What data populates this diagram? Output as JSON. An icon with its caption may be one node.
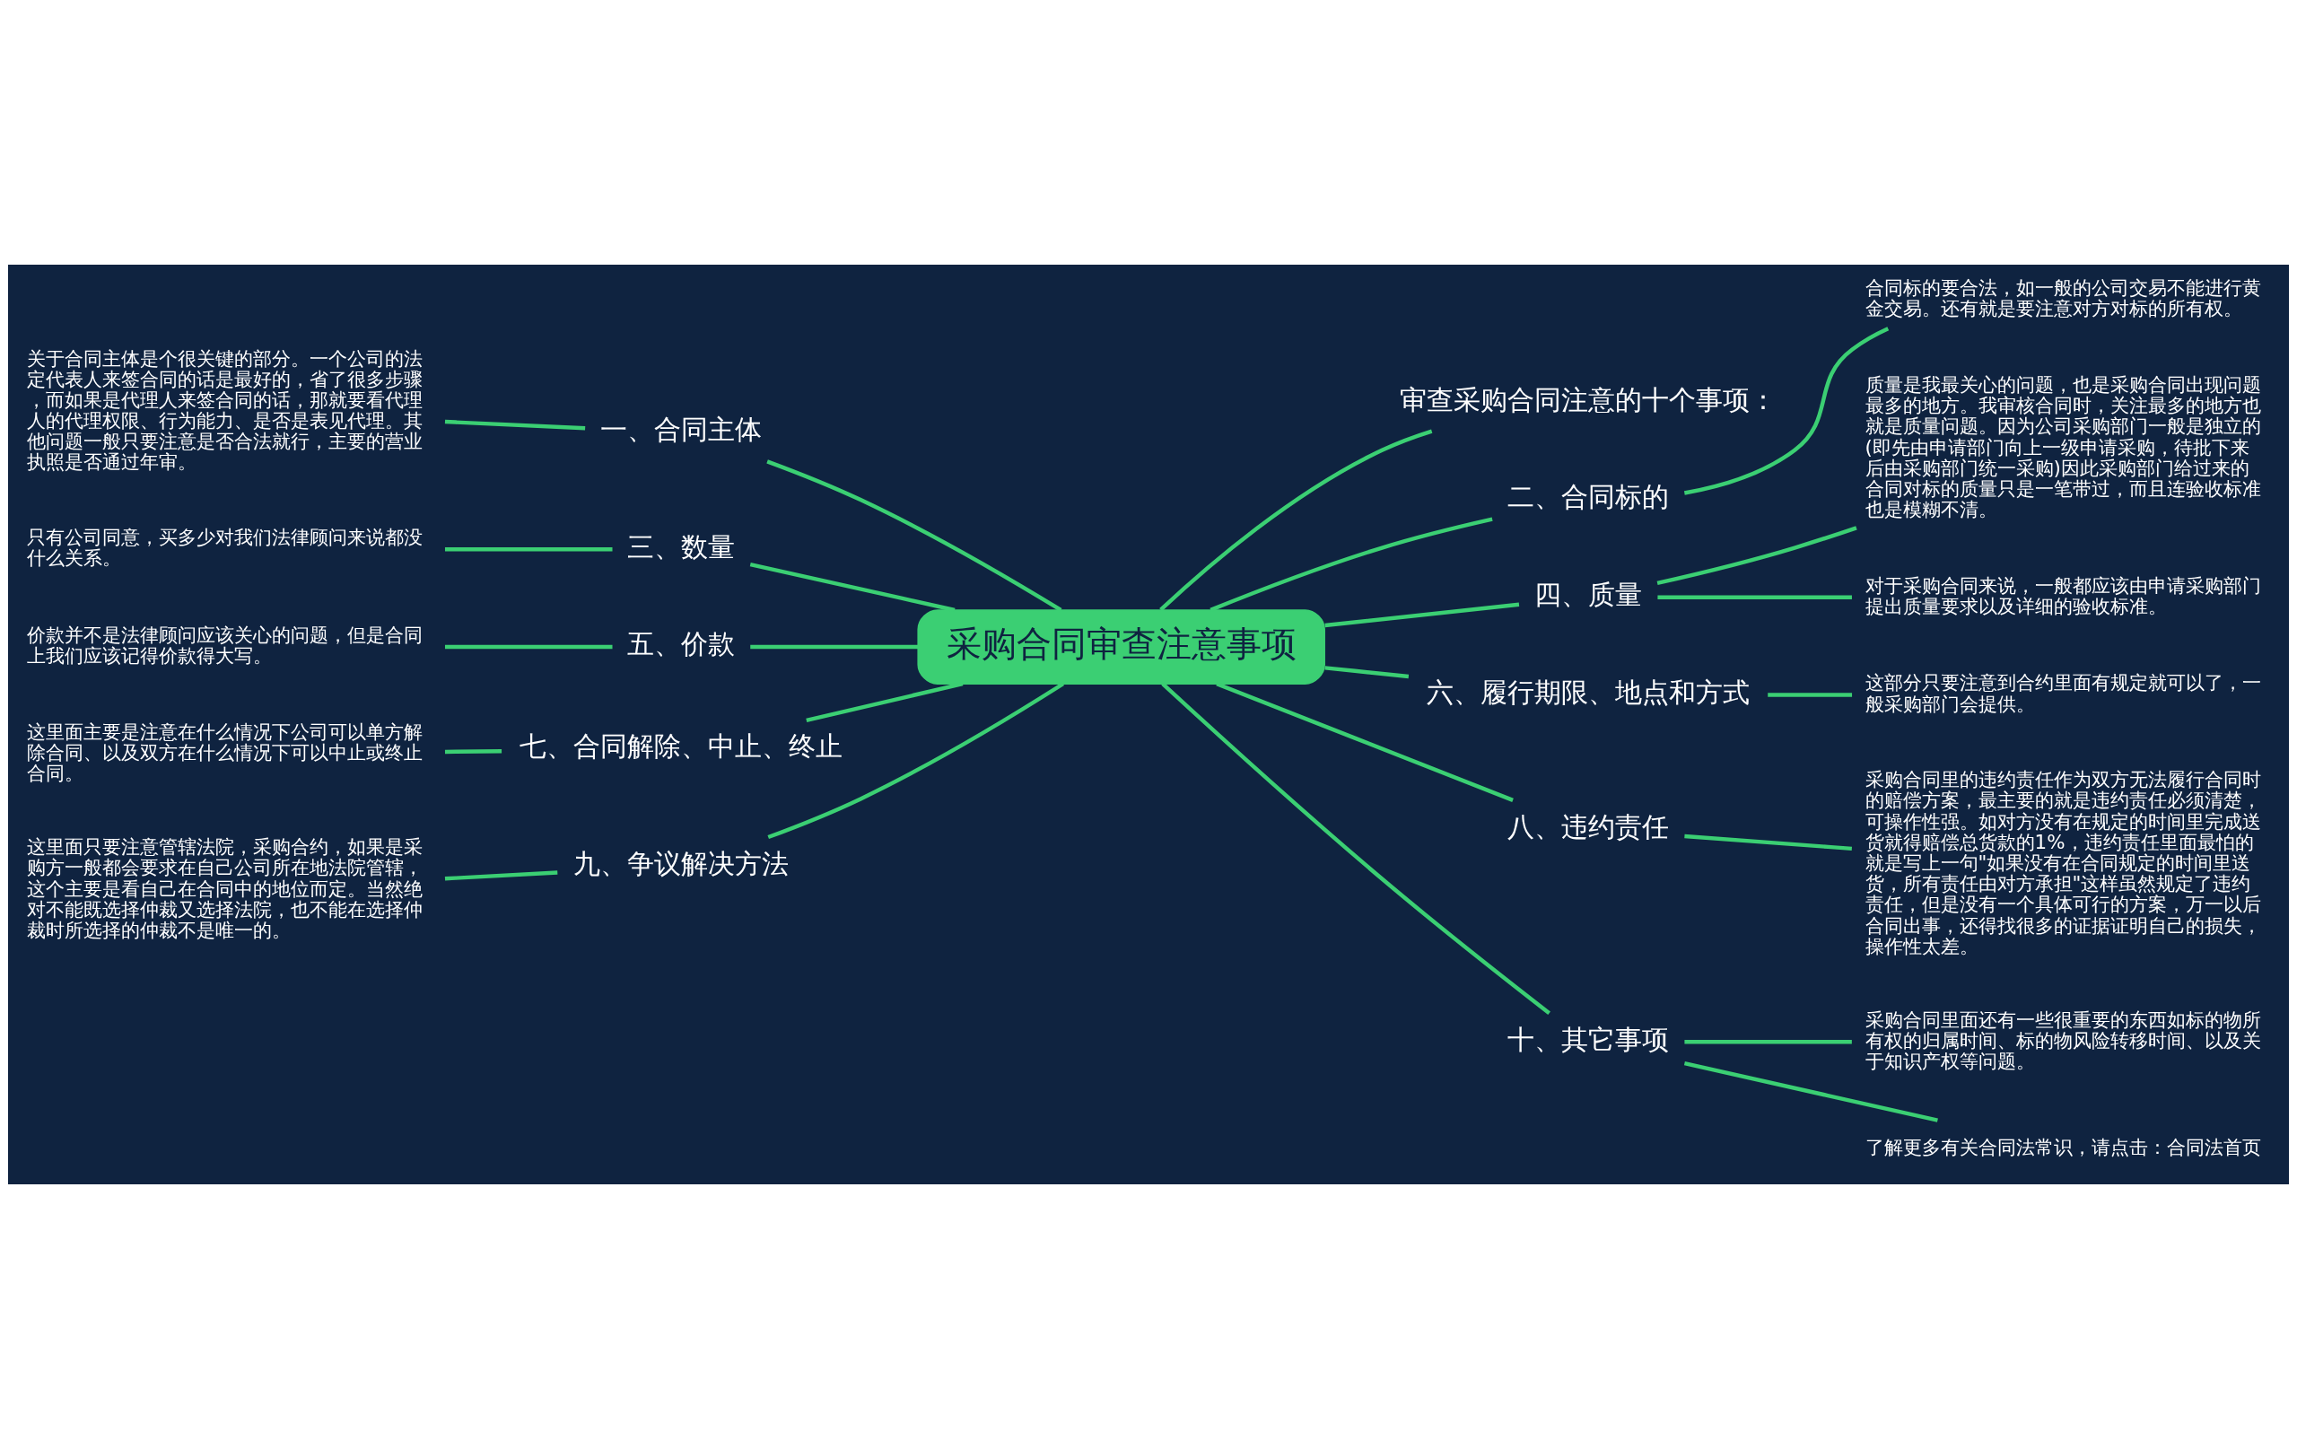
{
  "diagram": {
    "nodes": [
      {
        "text": [
          "采购合同审查注意事项"
        ]
      },
      {
        "text": [
          "一、合同主体"
        ]
      },
      {
        "text": [
          "关于合同主体是个很关键的部分。一个公司的法定代表人来签合同的话是最好的，省了很多步骤，而如果是代理人来签合同的话，那就要看代理人的代理权限、行为能力、是否是表见代理。其他问题一般只要注意是否合法就行，主要的营业执照是否通过年审。"
        ]
      },
      {
        "text": [
          "三、数量"
        ]
      },
      {
        "text": [
          "只有公司同意，买多少对我们法律顾问来说都没什么关系。"
        ]
      },
      {
        "text": [
          "五、价款"
        ]
      },
      {
        "text": [
          "价款并不是法律顾问应该关心的问题，但是合同上我们应该记得价款得大写。"
        ]
      },
      {
        "text": [
          "七、合同解除、中止、终止"
        ]
      },
      {
        "text": [
          "这里面主要是注意在什么情况下公司可以单方解除合同、以及双方在什么情况下可以中止或终止合同。"
        ]
      },
      {
        "text": [
          "九、争议解决方法"
        ]
      },
      {
        "text": [
          "这里面只要注意管辖法院，采购合约，如果是采购方一般都会要求在自己公司所在地法院管辖，这个主要是看自己在合同中的地位而定。当然绝对不能既选择仲裁又选择法院，也不能在选择仲裁时所选择的仲裁不是唯一的。"
        ]
      },
      {
        "text": [
          "审查采购合同注意的十个事项："
        ]
      },
      {
        "text": [
          "二、合同标的"
        ]
      },
      {
        "text": [
          "合同标的要合法，如一般的公司交易不能进行黄金交易。还有就是要注意对方对标的所有权。"
        ]
      },
      {
        "text": [
          "四、质量"
        ]
      },
      {
        "text": [
          "质量是我最关心的问题，也是采购合同出现问题最多的地方。我审核合同时，关注最多的地方也就是质量问题。因为公司采购部门一般是独立的(即先由申请部门向上一级申请采购，待批下来后由采购部门统一采购)因此采购部门给过来的合同对标的质量只是一笔带过，而且连验收标准也是模糊不清。"
        ]
      },
      {
        "text": [
          "对于采购合同来说，一般都应该由申请采购部门提出质量要求以及详细的验收标准。"
        ]
      },
      {
        "text": [
          "六、履行期限、地点和方式"
        ]
      },
      {
        "text": [
          "这部分只要注意到合约里面有规定就可以了，一般采购部门会提供。"
        ]
      },
      {
        "text": [
          "八、违约责任"
        ]
      },
      {
        "text": [
          "采购合同里的违约责任作为双方无法履行合同时的赔偿方案，最主要的就是违约责任必须清楚，可操作性强。如对方没有在规定的时间里完成送货就得赔偿总货款的1%，违约责任里面最怕的就是写上一句\"如果没有在合同规定的时间里送货，所有责任由对方承担\"这样虽然规定了违约责任，但是没有一个具体可行的方案，万一以后合同出事，还得找很多的证据证明自己的损失，操作性太差。"
        ]
      },
      {
        "text": [
          "十、其它事项"
        ]
      },
      {
        "text": [
          "采购合同里面还有一些很重要的东西如标的物所有权的归属时间、标的物风险转移时间、以及关于知识产权等问题。"
        ]
      },
      {
        "text": [
          "了解更多有关合同法常识，请点击：合同法首页"
        ]
      }
    ],
    "edges": [
      {
        "from": 0,
        "to": 1,
        "arrow": "none"
      },
      {
        "from": 1,
        "to": 2,
        "arrow": "none"
      },
      {
        "from": 0,
        "to": 3,
        "arrow": "none"
      },
      {
        "from": 3,
        "to": 4,
        "arrow": "none"
      },
      {
        "from": 0,
        "to": 5,
        "arrow": "none"
      },
      {
        "from": 5,
        "to": 6,
        "arrow": "none"
      },
      {
        "from": 0,
        "to": 7,
        "arrow": "none"
      },
      {
        "from": 7,
        "to": 8,
        "arrow": "none"
      },
      {
        "from": 0,
        "to": 9,
        "arrow": "none"
      },
      {
        "from": 9,
        "to": 10,
        "arrow": "none"
      },
      {
        "from": 0,
        "to": 11,
        "arrow": "none"
      },
      {
        "from": 0,
        "to": 12,
        "arrow": "none"
      },
      {
        "from": 12,
        "to": 13,
        "arrow": "none"
      },
      {
        "from": 0,
        "to": 14,
        "arrow": "none"
      },
      {
        "from": 14,
        "to": 15,
        "arrow": "none"
      },
      {
        "from": 14,
        "to": 16,
        "arrow": "none"
      },
      {
        "from": 0,
        "to": 17,
        "arrow": "none"
      },
      {
        "from": 17,
        "to": 18,
        "arrow": "none"
      },
      {
        "from": 0,
        "to": 19,
        "arrow": "none"
      },
      {
        "from": 19,
        "to": 20,
        "arrow": "none"
      },
      {
        "from": 0,
        "to": 21,
        "arrow": "none"
      },
      {
        "from": 21,
        "to": 22,
        "arrow": "none"
      },
      {
        "from": 21,
        "to": 23,
        "arrow": "none"
      }
    ]
  }
}
